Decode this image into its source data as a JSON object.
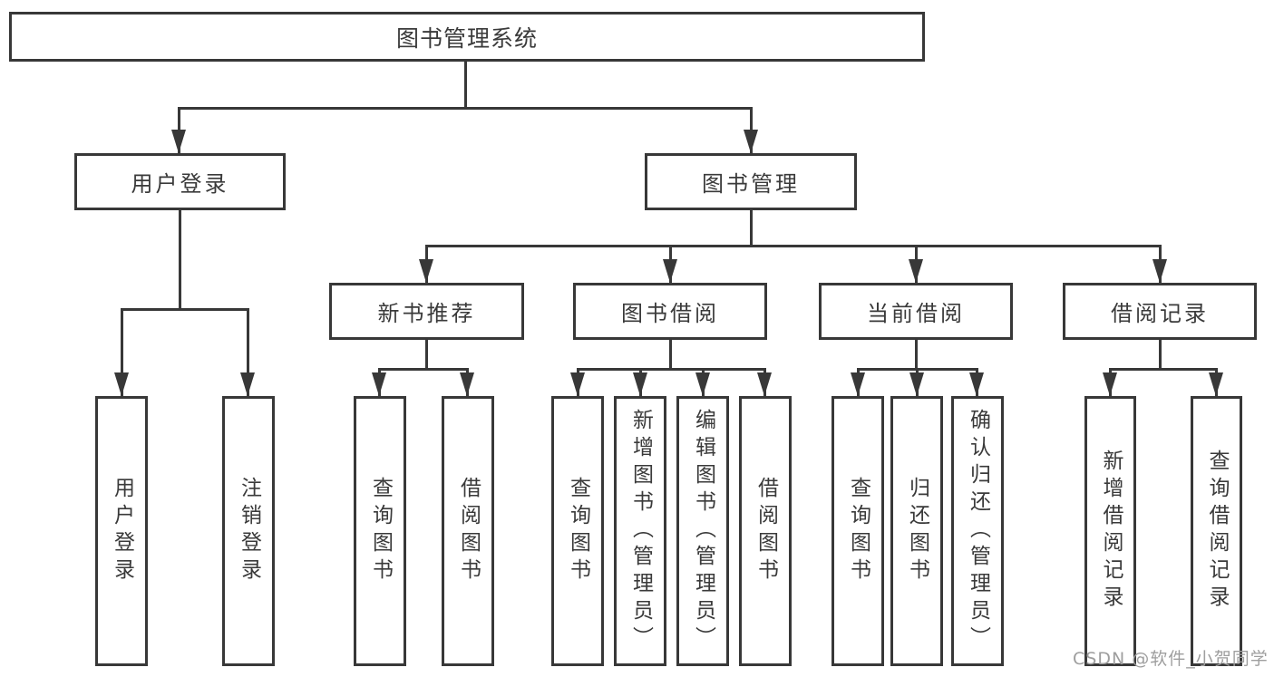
{
  "page": {
    "background_color": "#ffffff",
    "line_color": "#383838",
    "text_color": "#3a3a3a",
    "watermark_color": "#9e9e9e"
  },
  "tree": {
    "root": "图书管理系统",
    "branches": [
      {
        "label": "用户登录",
        "children": [
          "用户登录",
          "注销登录"
        ]
      },
      {
        "label": "图书管理",
        "groups": [
          {
            "label": "新书推荐",
            "children": [
              "查询图书",
              "借阅图书"
            ]
          },
          {
            "label": "图书借阅",
            "children": [
              "查询图书",
              "新增图书（管理员）",
              "编辑图书（管理员）",
              "借阅图书"
            ]
          },
          {
            "label": "当前借阅",
            "children": [
              "查询图书",
              "归还图书",
              "确认归还（管理员）"
            ]
          },
          {
            "label": "借阅记录",
            "children": [
              "新增借阅记录",
              "查询借阅记录"
            ]
          }
        ]
      }
    ]
  },
  "watermark": "CSDN @软件_小贺同学"
}
